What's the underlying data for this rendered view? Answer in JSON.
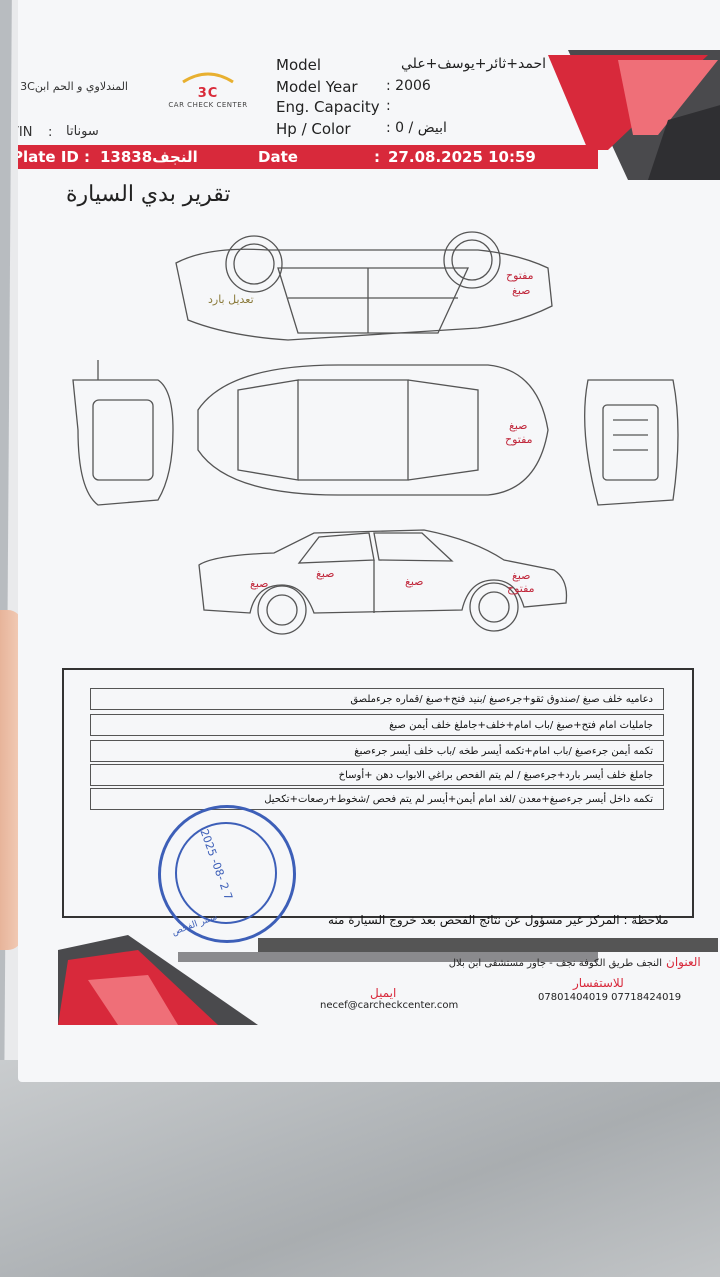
{
  "header": {
    "company_ar": "المندلاوي و الحم ابن3C",
    "logo_text": "3C",
    "logo_sub": "CAR CHECK CENTER",
    "vin_label": "VIN",
    "vin_colon": ":",
    "vin_value": "سوناتا"
  },
  "fields": [
    {
      "label": "Model",
      "value": "احمد+ثائر+يوسف+علي"
    },
    {
      "label": "Model Year",
      "value": ": 2006"
    },
    {
      "label": "Eng. Capacity",
      "value": ":"
    },
    {
      "label": "Hp / Color",
      "value": ": 0 / ابيض"
    }
  ],
  "plate": {
    "label": "Plate ID",
    "colon": ":",
    "value": "النجف13838",
    "date_label": "Date",
    "date_colon": ":",
    "date_value": "27.08.2025 10:59"
  },
  "report_title": "تقرير بدي السيارة",
  "annotations": {
    "top_left": "تعديل بارد",
    "top_right_1": "مفتوح",
    "top_right_2": "صبغ",
    "roof_right_1": "صبغ",
    "roof_right_2": "مفتوح",
    "side_door1": "صبغ",
    "side_door2": "صبغ",
    "side_rear": "صبغ",
    "side_front_1": "صبغ",
    "side_front_2": "مفتوح"
  },
  "notes": [
    "دعاميه خلف صبغ /صندوق ثقو+جرءصبغ /بنيد فتح+صبغ /قماره جرءملصق",
    "جامليات امام فتح+صبغ /باب امام+خلف+جاملغ خلف أيمن صبغ",
    "تكمه أيمن جرءصبغ /باب امام+تكمه أيسر طخه /باب خلف أيسر جرءصبغ",
    "جاملغ خلف أيسر بارد+جرءصبغ / لم يتم الفحص براغي الابواب دهن +أوساخ",
    "تكمه داخل أيسر جرءصبغ+معدن /لغد امام أيمن+أيسر لم يتم فحص /شخوط+رصعات+تكحيل"
  ],
  "stamp": {
    "date": "2025 -08- 2 7",
    "text": "سنتر الفحص"
  },
  "footer": {
    "disclaimer": "ملاحظة : المركز غير مسؤول عن نتائج الفحص بعد خروج السيارة منه",
    "address_label": "العنوان",
    "address": "النجف طريق الكوفة نجف - جاور مستشفى ابن بلال",
    "inquiry_label": "للاستفسار",
    "phones": "07801404019 07718424019",
    "email_label": "ايميل",
    "email": "necef@carcheckcenter.com"
  },
  "colors": {
    "brand_red": "#d8293b",
    "stamp_blue": "#3d5fb8"
  }
}
